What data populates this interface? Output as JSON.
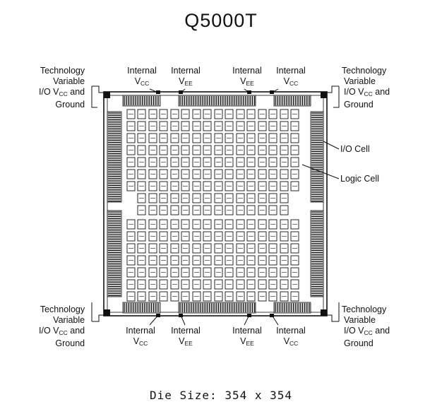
{
  "title": "Q5000T",
  "footer": "Die Size: 354 x 354",
  "labels": {
    "internal": "Internal",
    "v": "V",
    "cc": "CC",
    "ee": "EE",
    "tech_line1": "Technology",
    "tech_line2": "Variable",
    "tech_line3_pre": "I/O V",
    "tech_line3_post": " and",
    "tech_line4": "Ground",
    "io_cell": "I/O Cell",
    "logic_cell": "Logic Cell"
  },
  "colors": {
    "ink": "#111111",
    "paper": "#ffffff",
    "shade": "#c8c8c8"
  }
}
